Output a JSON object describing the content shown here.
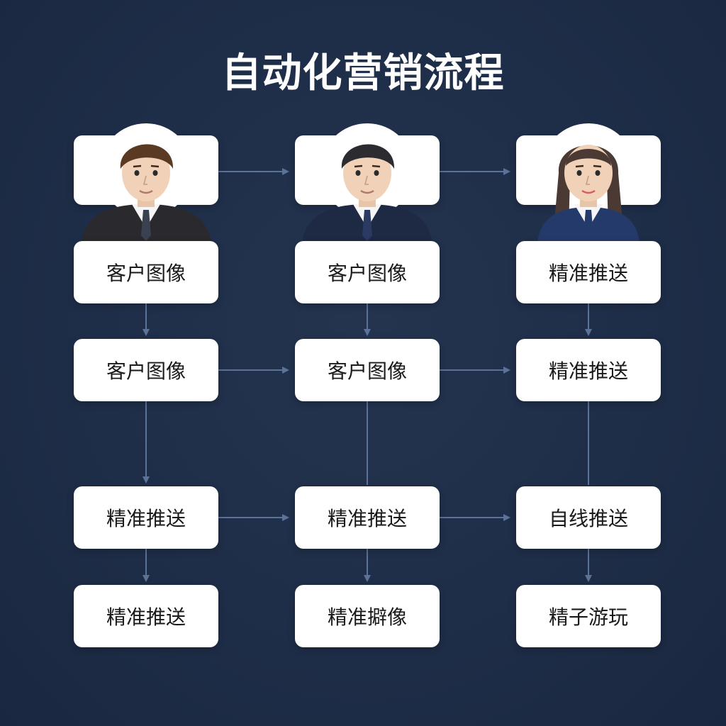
{
  "title": "自动化营销流程",
  "avatars": [
    {
      "icon": "man-avatar-icon",
      "hair": "#5a3a22",
      "suit": "#2a2a2e",
      "tie": "#3a4150"
    },
    {
      "icon": "man-avatar-icon",
      "hair": "#2b2b30",
      "suit": "#1e2a44",
      "tie": "#2b3a63"
    },
    {
      "icon": "woman-avatar-icon",
      "hair": "#4a3a33",
      "suit": "#243a6b",
      "tie": "#243a6b"
    }
  ],
  "rows": [
    [
      "客户图像",
      "客户图像",
      "精准推送"
    ],
    [
      "客户图像",
      "客户图像",
      "精准推送"
    ],
    [
      "精准推送",
      "精准推送",
      "自线推送"
    ],
    [
      "精准推送",
      "精准擗像",
      "精子游玩"
    ]
  ],
  "colors": {
    "background": "#1e2d47",
    "box": "#ffffff",
    "arrow": "#5b7399",
    "text": "#1a1a1a",
    "title": "#ffffff"
  }
}
